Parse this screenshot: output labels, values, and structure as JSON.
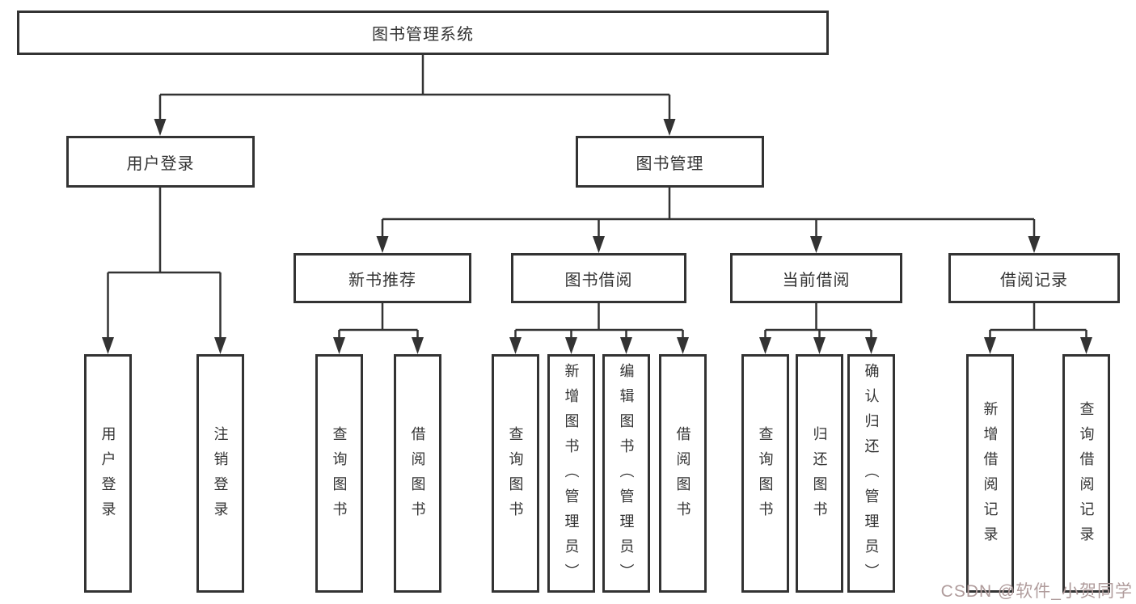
{
  "diagram": {
    "root": {
      "label": "图书管理系统"
    },
    "branches": [
      {
        "label": "用户登录",
        "children": [
          {
            "label": "用户登录"
          },
          {
            "label": "注销登录"
          }
        ]
      },
      {
        "label": "图书管理",
        "children": [
          {
            "label": "新书推荐",
            "children": [
              {
                "label": "查询图书"
              },
              {
                "label": "借阅图书"
              }
            ]
          },
          {
            "label": "图书借阅",
            "children": [
              {
                "label": "查询图书"
              },
              {
                "label": "新增图书（管理员）"
              },
              {
                "label": "编辑图书（管理员）"
              },
              {
                "label": "借阅图书"
              }
            ]
          },
          {
            "label": "当前借阅",
            "children": [
              {
                "label": "查询图书"
              },
              {
                "label": "归还图书"
              },
              {
                "label": "确认归还（管理员）"
              }
            ]
          },
          {
            "label": "借阅记录",
            "children": [
              {
                "label": "新增借阅记录"
              },
              {
                "label": "查询借阅记录"
              }
            ]
          }
        ]
      }
    ]
  },
  "watermark": {
    "text": "CSDN @软件_小贺同学",
    "color": "#b09c9c"
  },
  "style": {
    "line_color": "#333333",
    "box_background": "#ffffff",
    "text_color": "#333333"
  }
}
